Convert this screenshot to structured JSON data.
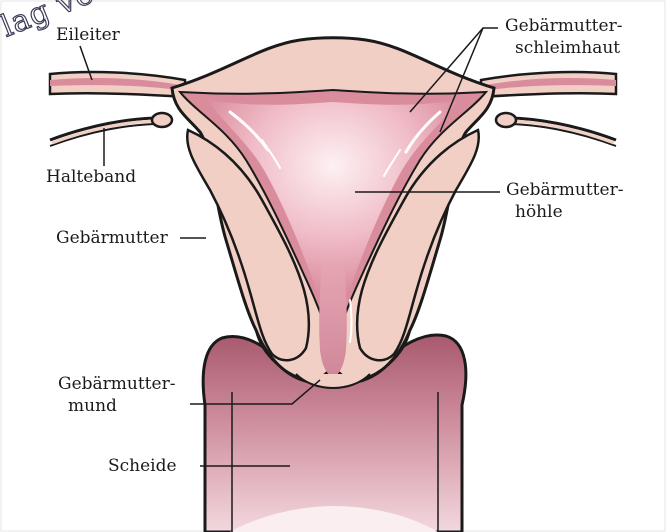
{
  "labels": {
    "eileiter": "Eileiter",
    "schleimhaut_line1": "Gebärmutter-",
    "schleimhaut_line2": "schleimhaut",
    "halteband": "Halteband",
    "hoehle_line1": "Gebärmutter-",
    "hoehle_line2": "höhle",
    "gebaermutter": "Gebärmutter",
    "mund_line1": "Gebärmutter-",
    "mund_line2": "mund",
    "scheide": "Scheide"
  },
  "watermark": "lag ve",
  "colors": {
    "tissue": "#f2cfc4",
    "mucosa": "#d98c9c",
    "cavity_light": "#fbe9ec",
    "vagina_dark": "#b36a7c",
    "vagina_light": "#f6dde2",
    "outline": "#1a1a1a"
  }
}
